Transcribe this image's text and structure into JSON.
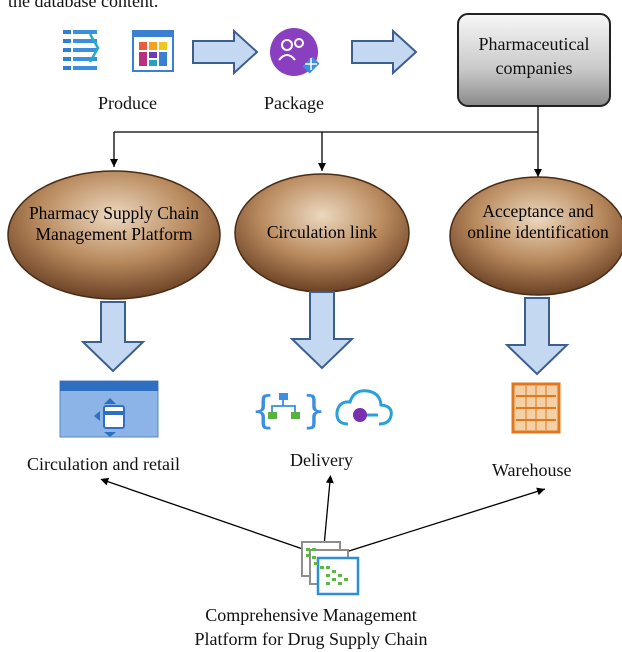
{
  "header_fragment": "the database content.",
  "flow": {
    "produce_label": "Produce",
    "package_label": "Package",
    "pharma_label": "Pharmaceutical companies"
  },
  "ovals": [
    {
      "label": "Pharmacy Supply Chain Management Platform"
    },
    {
      "label": "Circulation link"
    },
    {
      "label": "Acceptance and online identification"
    }
  ],
  "outputs": [
    {
      "label": "Circulation and retail",
      "icon": "card-window-icon"
    },
    {
      "label": "Delivery",
      "icon": "logic-app-and-cloud-icons"
    },
    {
      "label": "Warehouse",
      "icon": "warehouse-icon"
    }
  ],
  "hub": {
    "label_line1": "Comprehensive Management",
    "label_line2": "Platform for Drug Supply Chain",
    "icon": "stacked-grid-icon"
  },
  "colors": {
    "arrow_fill": "#c5d8f1",
    "arrow_stroke": "#3d5f8f",
    "oval_light": "#e9d4ba",
    "oval_dark": "#6b4226",
    "box_light": "#f4f4f4",
    "box_dark": "#8a8a8a"
  }
}
